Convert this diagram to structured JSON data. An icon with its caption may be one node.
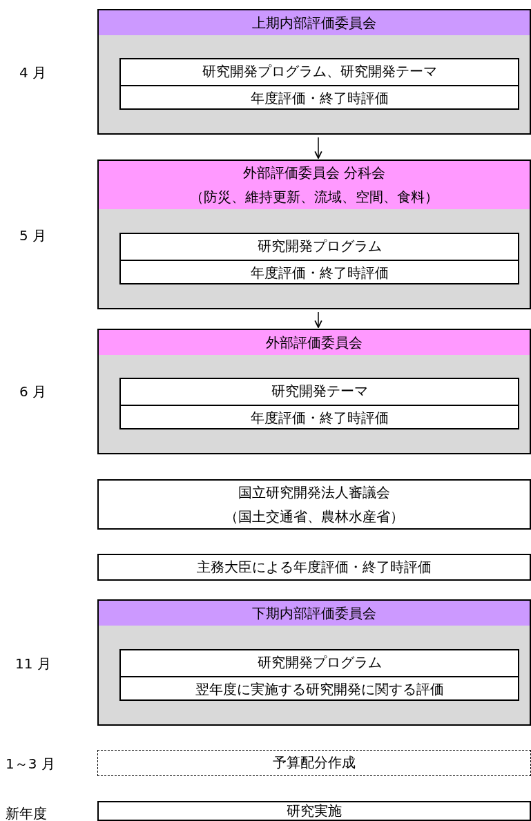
{
  "diagram": {
    "nodes": [
      {
        "text": [
          "上期内部評価委員会"
        ]
      },
      {
        "text": [
          "研究開発プログラム、研究開発テーマ",
          "年度評価・終了時評価"
        ],
        "in": 0
      },
      {
        "text": [
          "外部評価委員会 分科会",
          "（防災、維持更新、流域、空間、食料）"
        ]
      },
      {
        "text": [
          "研究開発プログラム",
          "年度評価・終了時評価"
        ],
        "in": 2
      },
      {
        "text": [
          "外部評価委員会"
        ]
      },
      {
        "text": [
          "研究開発テーマ",
          "年度評価・終了時評価"
        ],
        "in": 4
      },
      {
        "text": [
          "国立研究開発法人審議会",
          "（国土交通省、農林水産省）"
        ]
      },
      {
        "text": [
          "主務大臣による年度評価・終了時評価"
        ]
      },
      {
        "text": [
          "下期内部評価委員会"
        ]
      },
      {
        "text": [
          "研究開発プログラム",
          "翌年度に実施する研究開発に関する評価"
        ],
        "in": 8
      },
      {
        "text": [
          "予算配分作成"
        ]
      },
      {
        "text": [
          "研究実施"
        ]
      }
    ],
    "edges": [
      {
        "from": 0,
        "to": 2,
        "arrow": "to"
      },
      {
        "from": 2,
        "to": 4,
        "arrow": "to"
      }
    ],
    "labels": [
      "4 月",
      "5 月",
      "6 月",
      "11 月",
      "1～3 月",
      "新年度"
    ]
  }
}
